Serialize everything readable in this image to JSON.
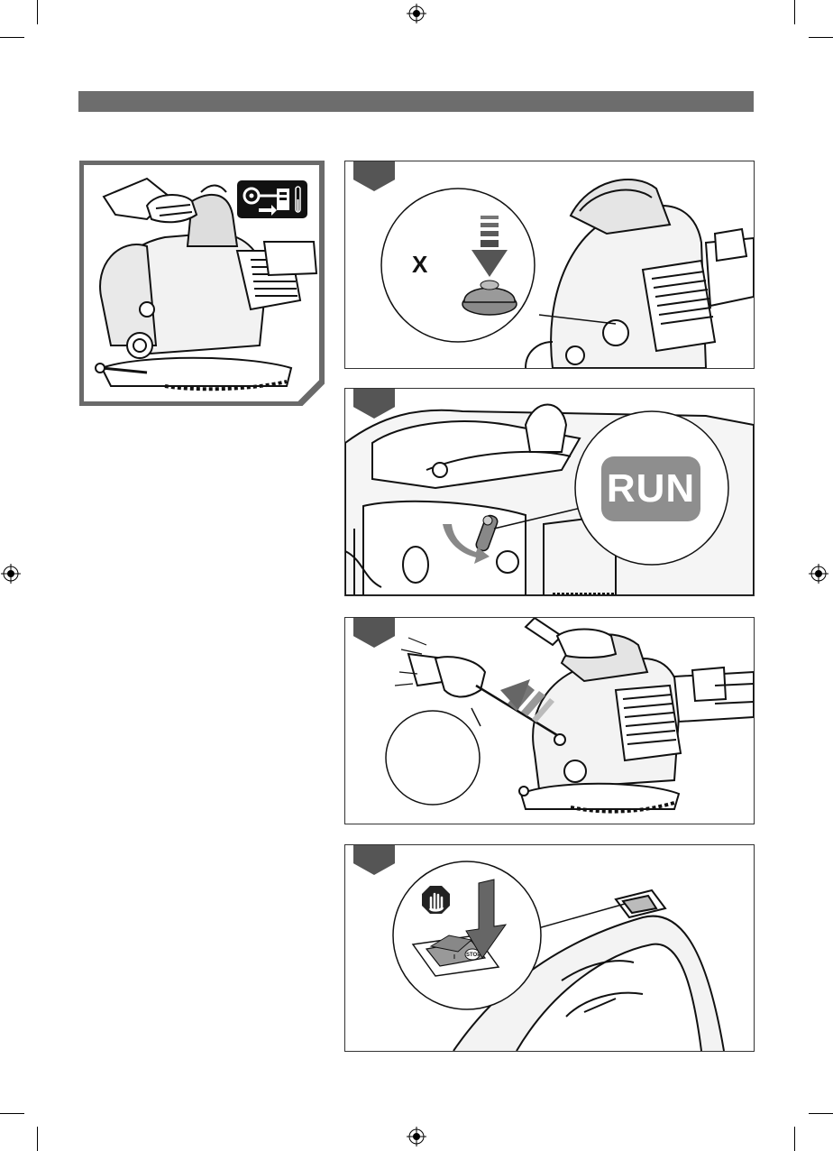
{
  "page": {
    "section_header": "",
    "icons": [
      "registration-mark-icon",
      "crop-mark-icon",
      "choke-lever-icon",
      "primer-bulb-icon",
      "stop-hand-icon",
      "pull-cord-arrow-icon"
    ]
  },
  "side_panel": {
    "icon_name": "choke-temperature-icon"
  },
  "steps": [
    {
      "number": "",
      "symbol": "X"
    },
    {
      "number": "",
      "label": "RUN"
    },
    {
      "number": ""
    },
    {
      "number": "",
      "switch_label": "I",
      "stop_label": "STOP"
    }
  ],
  "colors": {
    "header_bar": "#6d6d6d",
    "frame": "#6a6a6a",
    "tab": "#555555",
    "run_badge": "#8e8e8e"
  }
}
